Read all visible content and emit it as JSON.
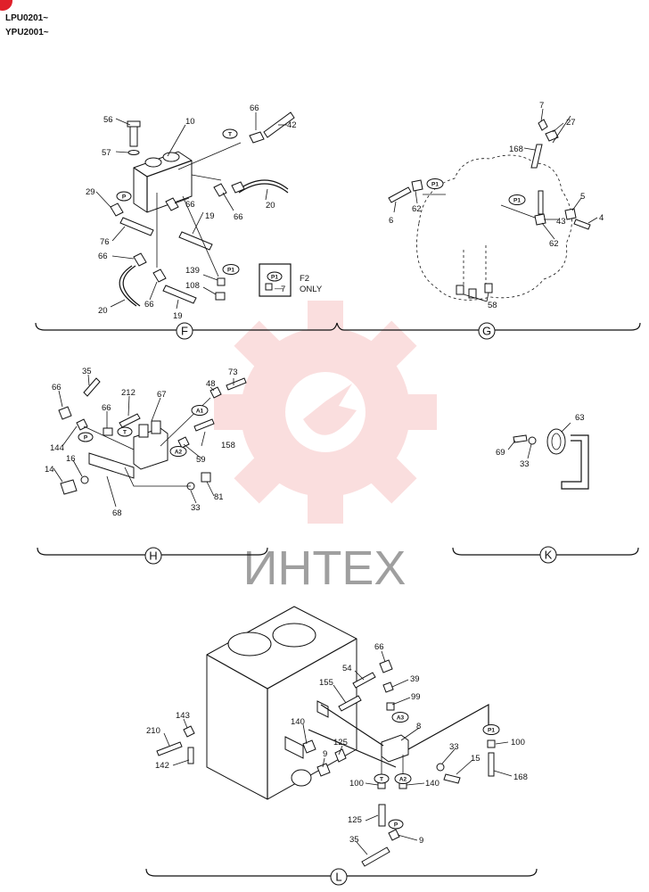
{
  "header": {
    "serial_1": "LPU0201~",
    "serial_2": "YPU2001~"
  },
  "watermark": {
    "text": "ИНТЕХ",
    "color": "#f08a8a"
  },
  "accent_color": "#e0202a",
  "sections": {
    "F": {
      "id": "F",
      "labels": [
        "56",
        "57",
        "10",
        "66",
        "42",
        "29",
        "66",
        "76",
        "66",
        "19",
        "20",
        "66",
        "139",
        "108",
        "19",
        "20",
        "66"
      ],
      "note_line1": "F2",
      "note_line2": "ONLY",
      "note_part": "7"
    },
    "G": {
      "id": "G",
      "labels": [
        "7",
        "27",
        "168",
        "6",
        "62",
        "5",
        "43",
        "4",
        "62",
        "58"
      ]
    },
    "H": {
      "id": "H",
      "labels": [
        "35",
        "66",
        "212",
        "67",
        "48",
        "73",
        "66",
        "144",
        "14",
        "16",
        "68",
        "59",
        "158",
        "33",
        "81"
      ]
    },
    "K": {
      "id": "K",
      "labels": [
        "63",
        "69",
        "33"
      ]
    },
    "L": {
      "id": "L",
      "labels": [
        "66",
        "54",
        "39",
        "155",
        "99",
        "140",
        "8",
        "210",
        "143",
        "125",
        "33",
        "100",
        "142",
        "9",
        "15",
        "168",
        "100",
        "140",
        "125",
        "35",
        "9"
      ]
    }
  },
  "port_tags": {
    "T": "T",
    "P": "P",
    "P1": "P1",
    "A1": "A1",
    "A2": "A2",
    "A3": "A3"
  }
}
